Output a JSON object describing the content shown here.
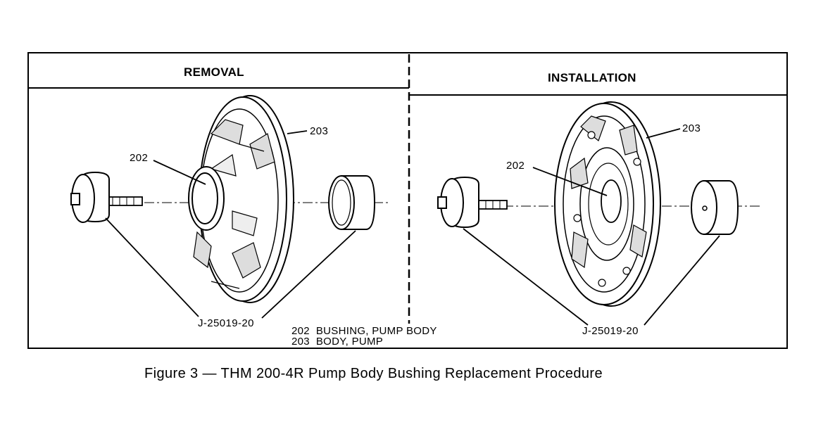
{
  "panels": {
    "removal_title": "REMOVAL",
    "installation_title": "INSTALLATION"
  },
  "callouts": {
    "removal_body": "203",
    "removal_bushing": "202",
    "removal_tool": "J-25019-20",
    "installation_body": "203",
    "installation_bushing": "202",
    "installation_tool": "J-25019-20"
  },
  "legend": [
    {
      "text": "202  BUSHING, PUMP BODY"
    },
    {
      "text": "203  BODY, PUMP"
    }
  ],
  "caption": "Figure 3 — THM 200-4R Pump Body Bushing Replacement Procedure"
}
